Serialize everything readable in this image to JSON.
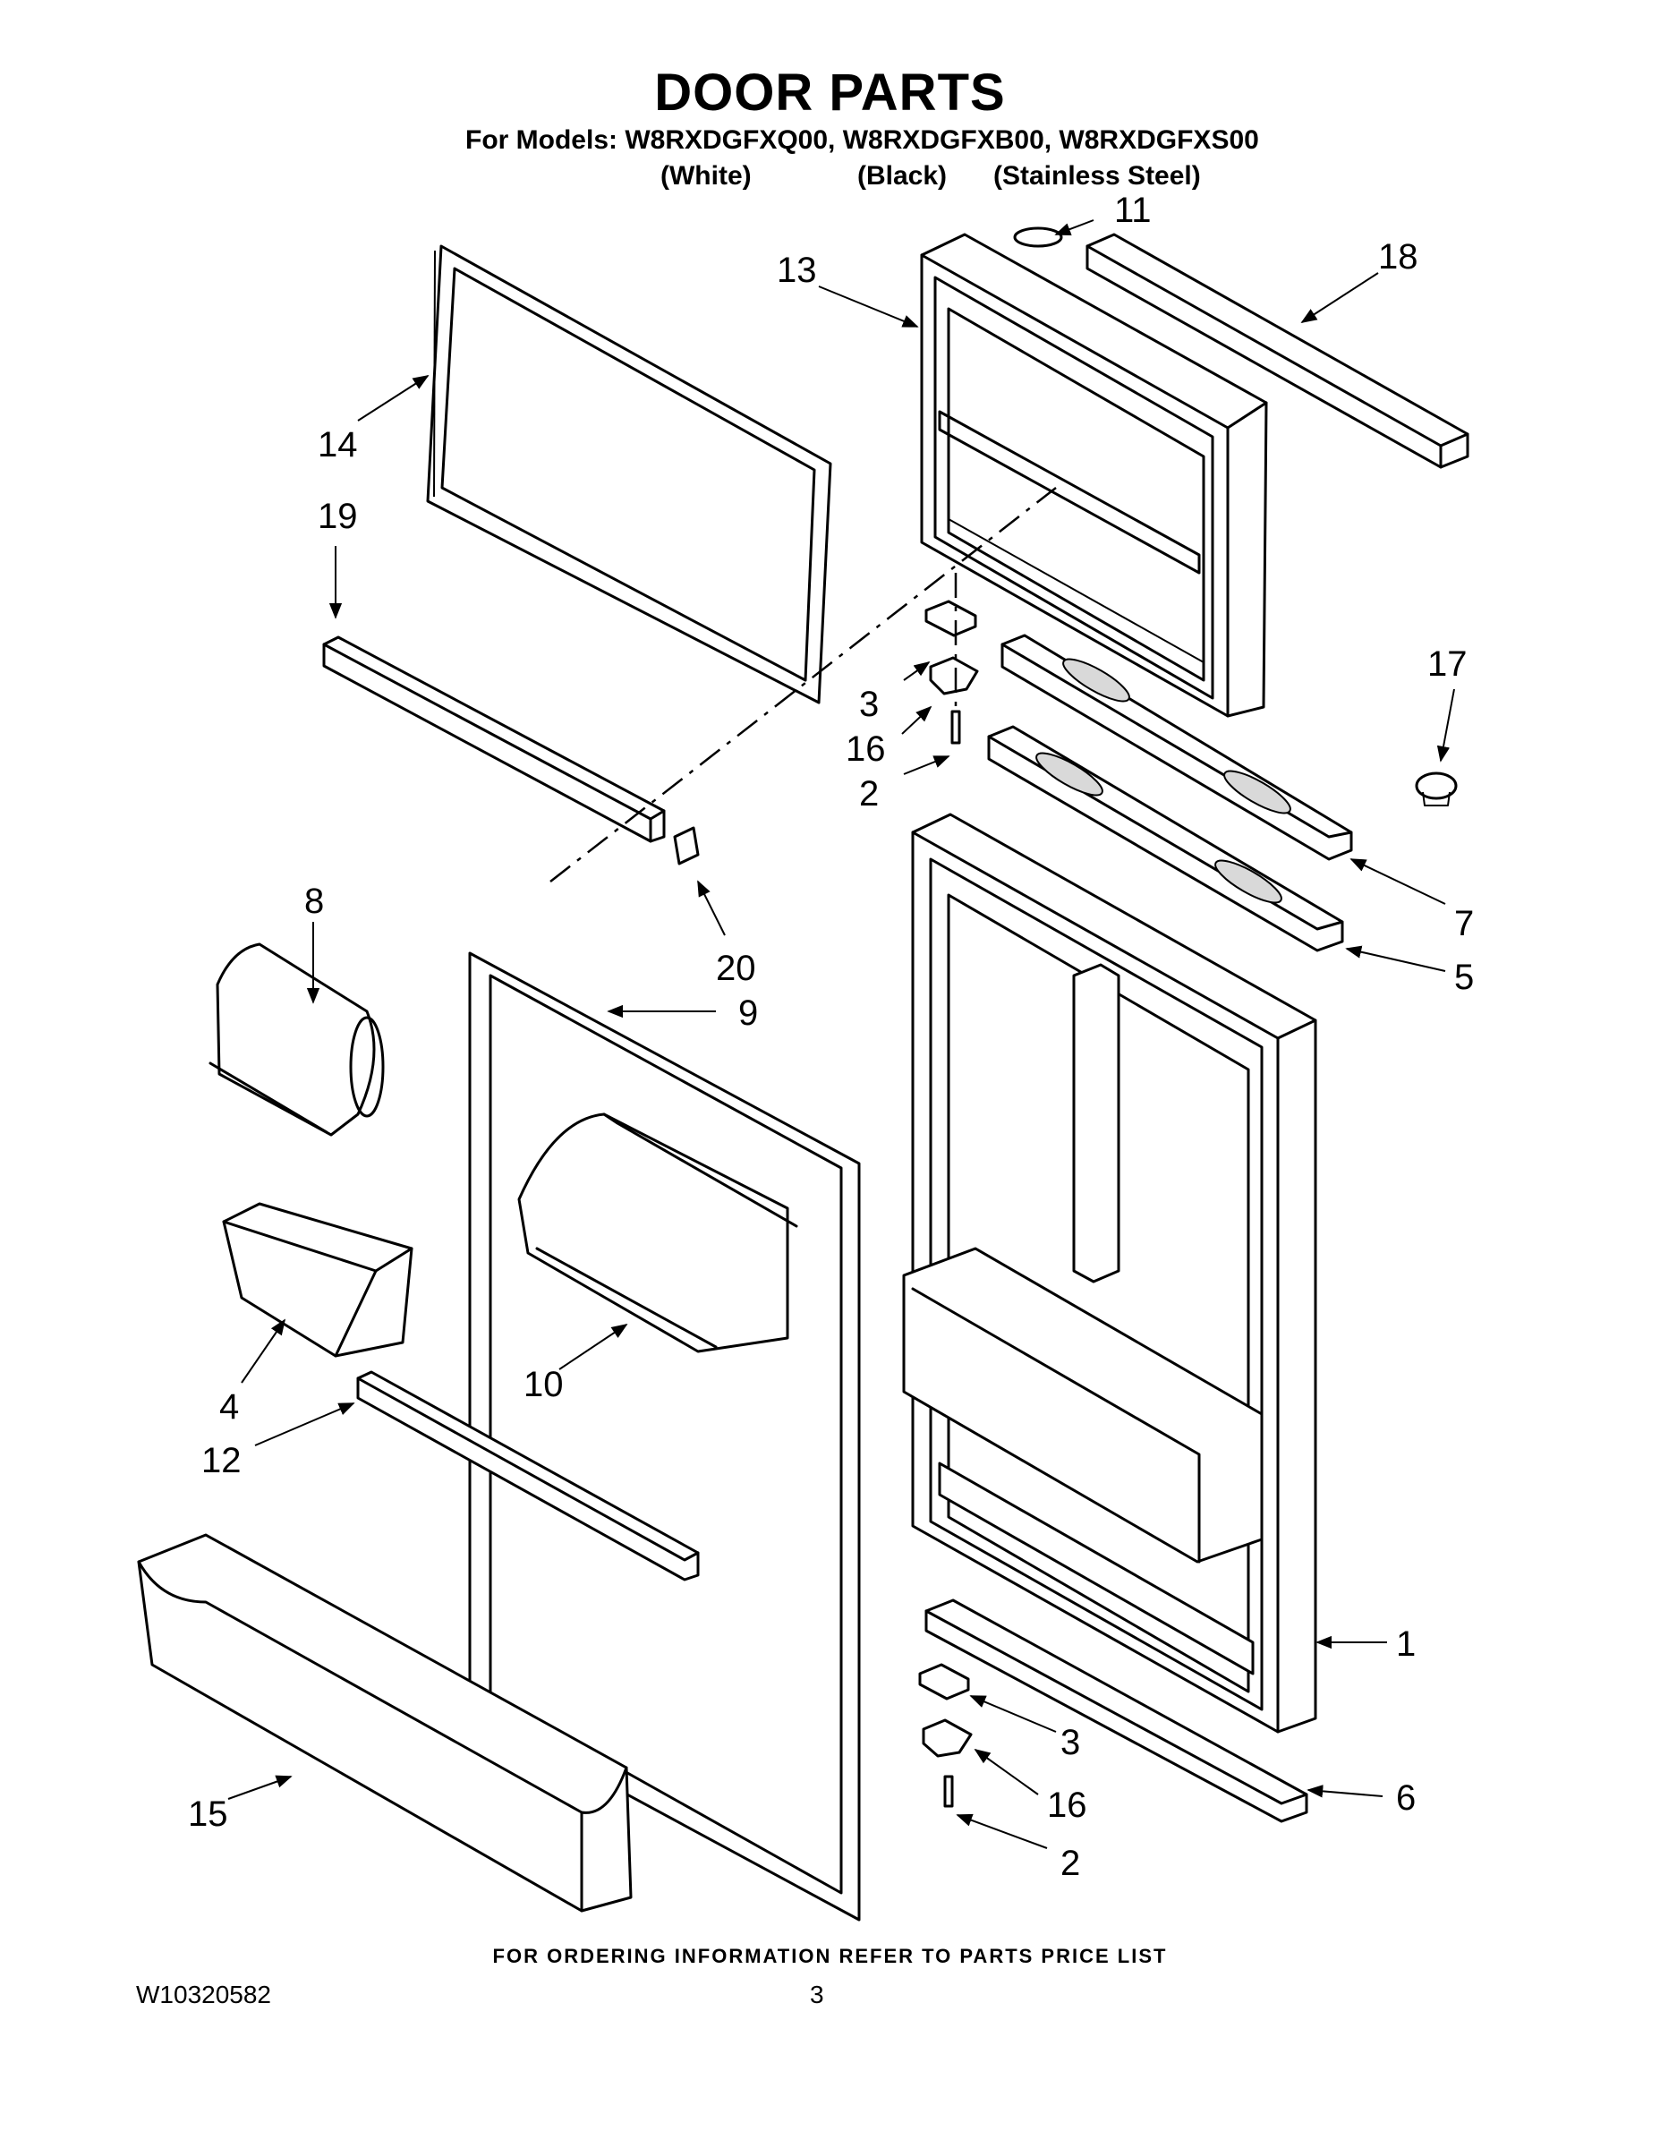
{
  "header": {
    "title": "DOOR PARTS",
    "models_line": "For Models: W8RXDGFXQ00, W8RXDGFXB00, W8RXDGFXS00",
    "variants": [
      "(White)",
      "(Black)",
      "(Stainless Steel)"
    ]
  },
  "callouts": {
    "c1": "1",
    "c2a": "2",
    "c2b": "2",
    "c3a": "3",
    "c3b": "3",
    "c4": "4",
    "c5": "5",
    "c6": "6",
    "c7": "7",
    "c8": "8",
    "c9": "9",
    "c10": "10",
    "c11": "11",
    "c12": "12",
    "c13": "13",
    "c14": "14",
    "c15": "15",
    "c16a": "16",
    "c16b": "16",
    "c17": "17",
    "c18": "18",
    "c19": "19",
    "c20": "20"
  },
  "footer": {
    "order_note": "FOR ORDERING INFORMATION REFER TO PARTS PRICE LIST",
    "document_number": "W10320582",
    "page_number": "3"
  }
}
